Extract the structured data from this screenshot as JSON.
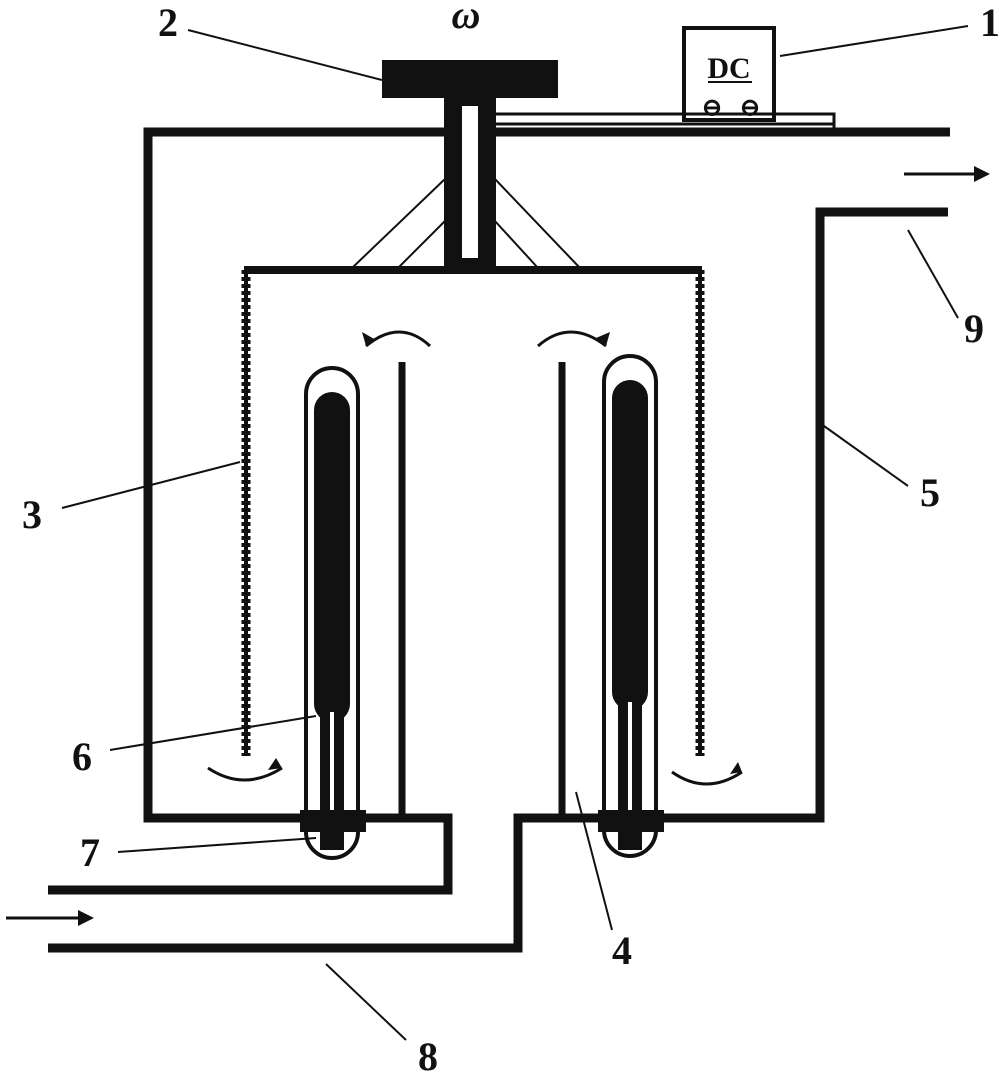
{
  "figure": {
    "callout_labels": {
      "n1": "1",
      "n2": "2",
      "n3": "3",
      "n4": "4",
      "n5": "5",
      "n6": "6",
      "n7": "7",
      "n8": "8",
      "n9": "9"
    },
    "rotation_symbol": "ω",
    "power_supply_text": "DC",
    "power_terminal_symbols": [
      "⊖",
      "⊖"
    ],
    "colors": {
      "ink": "#111111",
      "background": "#ffffff"
    }
  }
}
